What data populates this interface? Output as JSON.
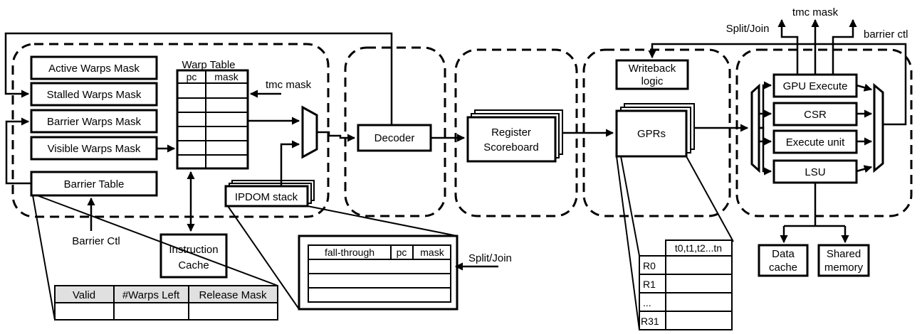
{
  "top_outputs": {
    "split_join": "Split/Join",
    "tmc_mask": "tmc mask",
    "barrier_ctl": "barrier ctl"
  },
  "fetch_stage": {
    "masks": [
      "Active Warps Mask",
      "Stalled Warps Mask",
      "Barrier Warps Mask",
      "Visible Warps Mask"
    ],
    "barrier_table": "Barrier Table",
    "barrier_ctl_input": "Barrier Ctl",
    "warp_table": {
      "title": "Warp Table",
      "col_pc": "pc",
      "col_mask": "mask"
    },
    "tmc_mask_input": "tmc mask",
    "ipdom_stack": "IPDOM stack",
    "instruction_cache": [
      "Instruction",
      "Cache"
    ]
  },
  "barrier_table_detail": {
    "columns": [
      "Valid",
      "#Warps Left",
      "Release Mask"
    ]
  },
  "ipdom_detail": {
    "columns": [
      "fall-through",
      "pc",
      "mask"
    ],
    "input": "Split/Join"
  },
  "decode_stage": {
    "decoder": "Decoder"
  },
  "issue_stage": {
    "scoreboard": [
      "Register",
      "Scoreboard"
    ]
  },
  "register_stage": {
    "writeback": [
      "Writeback",
      "logic"
    ],
    "gprs": "GPRs"
  },
  "gpr_detail": {
    "header": "t0,t1,t2...tn",
    "rows": [
      "R0",
      "R1",
      "...",
      "R31"
    ]
  },
  "execute_stage": {
    "units": [
      "GPU Execute",
      "CSR",
      "Execute unit",
      "LSU"
    ],
    "data_cache": [
      "Data",
      "cache"
    ],
    "shared_memory": [
      "Shared",
      "memory"
    ]
  }
}
